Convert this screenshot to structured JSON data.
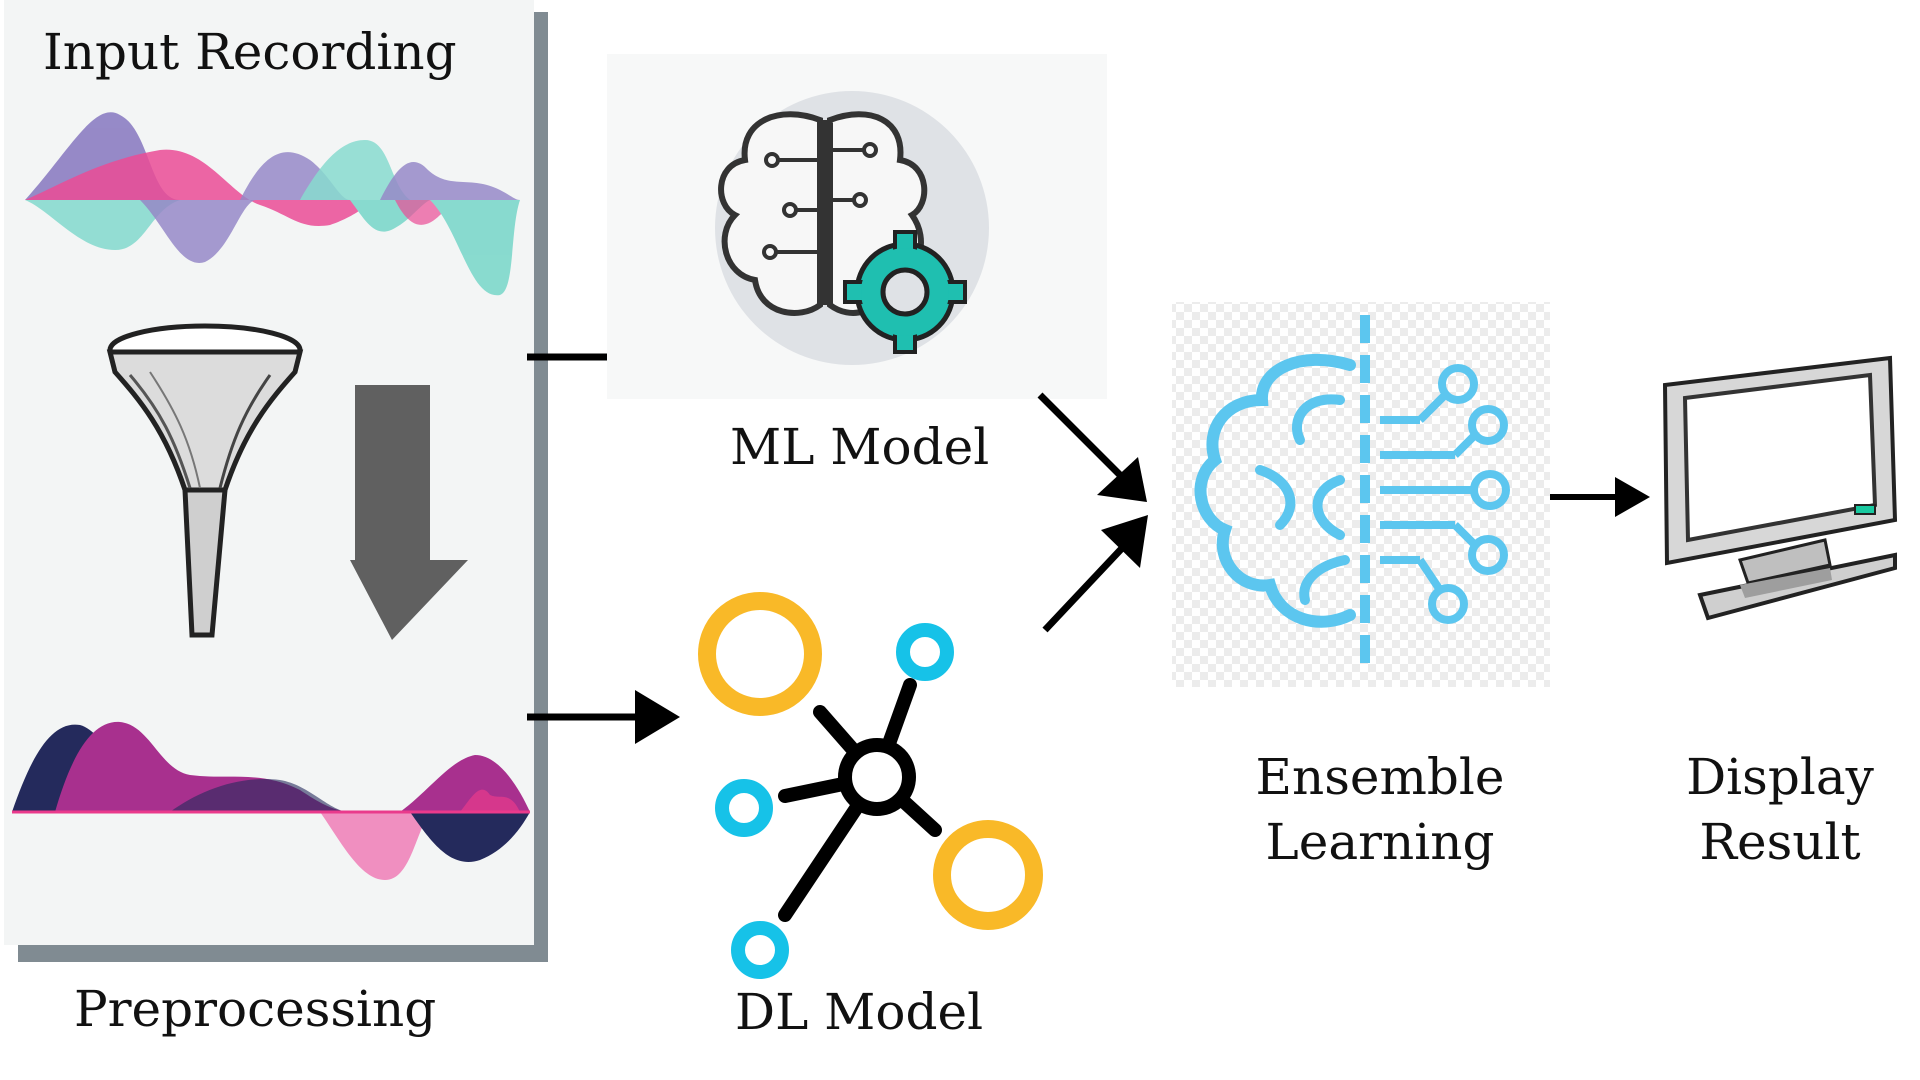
{
  "labels": {
    "input_recording": "Input Recording",
    "preprocessing": "Preprocessing",
    "ml_model": "ML Model",
    "dl_model": "DL Model",
    "ensemble_line1": "Ensemble",
    "ensemble_line2": "Learning",
    "display_line1": "Display",
    "display_line2": "Result"
  },
  "colors": {
    "panel_bg": "#f3f5f5",
    "panel_shadow": "#808b92",
    "wave_purple": "#8c7ec3",
    "wave_pink": "#ea3a8c",
    "wave_teal": "#7dd8cb",
    "wave_navy": "#242a5c",
    "wave_magenta": "#a8308e",
    "wave_light_pink": "#f08fc0",
    "down_arrow": "#606060",
    "ml_circle": "#dfe2e6",
    "gear_teal": "#1fbfb0",
    "dl_yellow": "#f9b928",
    "dl_cyan": "#16c2e8",
    "ensemble_blue": "#5cc6ef",
    "arrow": "#000000"
  },
  "icons": {
    "funnel": "funnel-icon",
    "down_arrow": "down-arrow-icon",
    "ml_model": "brain-gear-icon",
    "dl_model": "network-node-icon",
    "ensemble": "brain-circuit-icon",
    "display": "monitor-icon"
  }
}
